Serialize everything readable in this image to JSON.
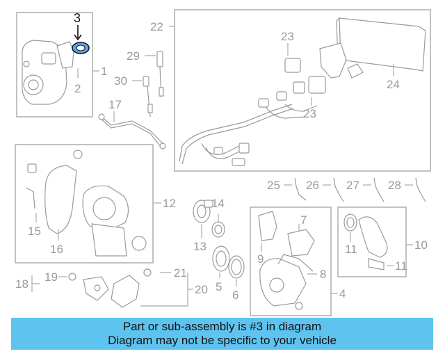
{
  "callouts": {
    "c1": "1",
    "c2": "2",
    "c3": "3",
    "c4": "4",
    "c5": "5",
    "c6": "6",
    "c7": "7",
    "c8": "8",
    "c9": "9",
    "c10": "10",
    "c11a": "11",
    "c11b": "11",
    "c12": "12",
    "c13": "13",
    "c14": "14",
    "c15": "15",
    "c16": "16",
    "c17": "17",
    "c18": "18",
    "c19": "19",
    "c20": "20",
    "c21": "21",
    "c22": "22",
    "c23a": "23",
    "c23b": "23",
    "c24": "24",
    "c25": "25",
    "c26": "26",
    "c27": "27",
    "c28": "28",
    "c29": "29",
    "c30": "30"
  },
  "highlight": {
    "part_number": "3",
    "color": "#1e6fe0"
  },
  "banner": {
    "line1": "Part or sub-assembly is #3 in diagram",
    "line2": "Diagram may not be specific to your vehicle",
    "background": "#5ec3ef"
  }
}
